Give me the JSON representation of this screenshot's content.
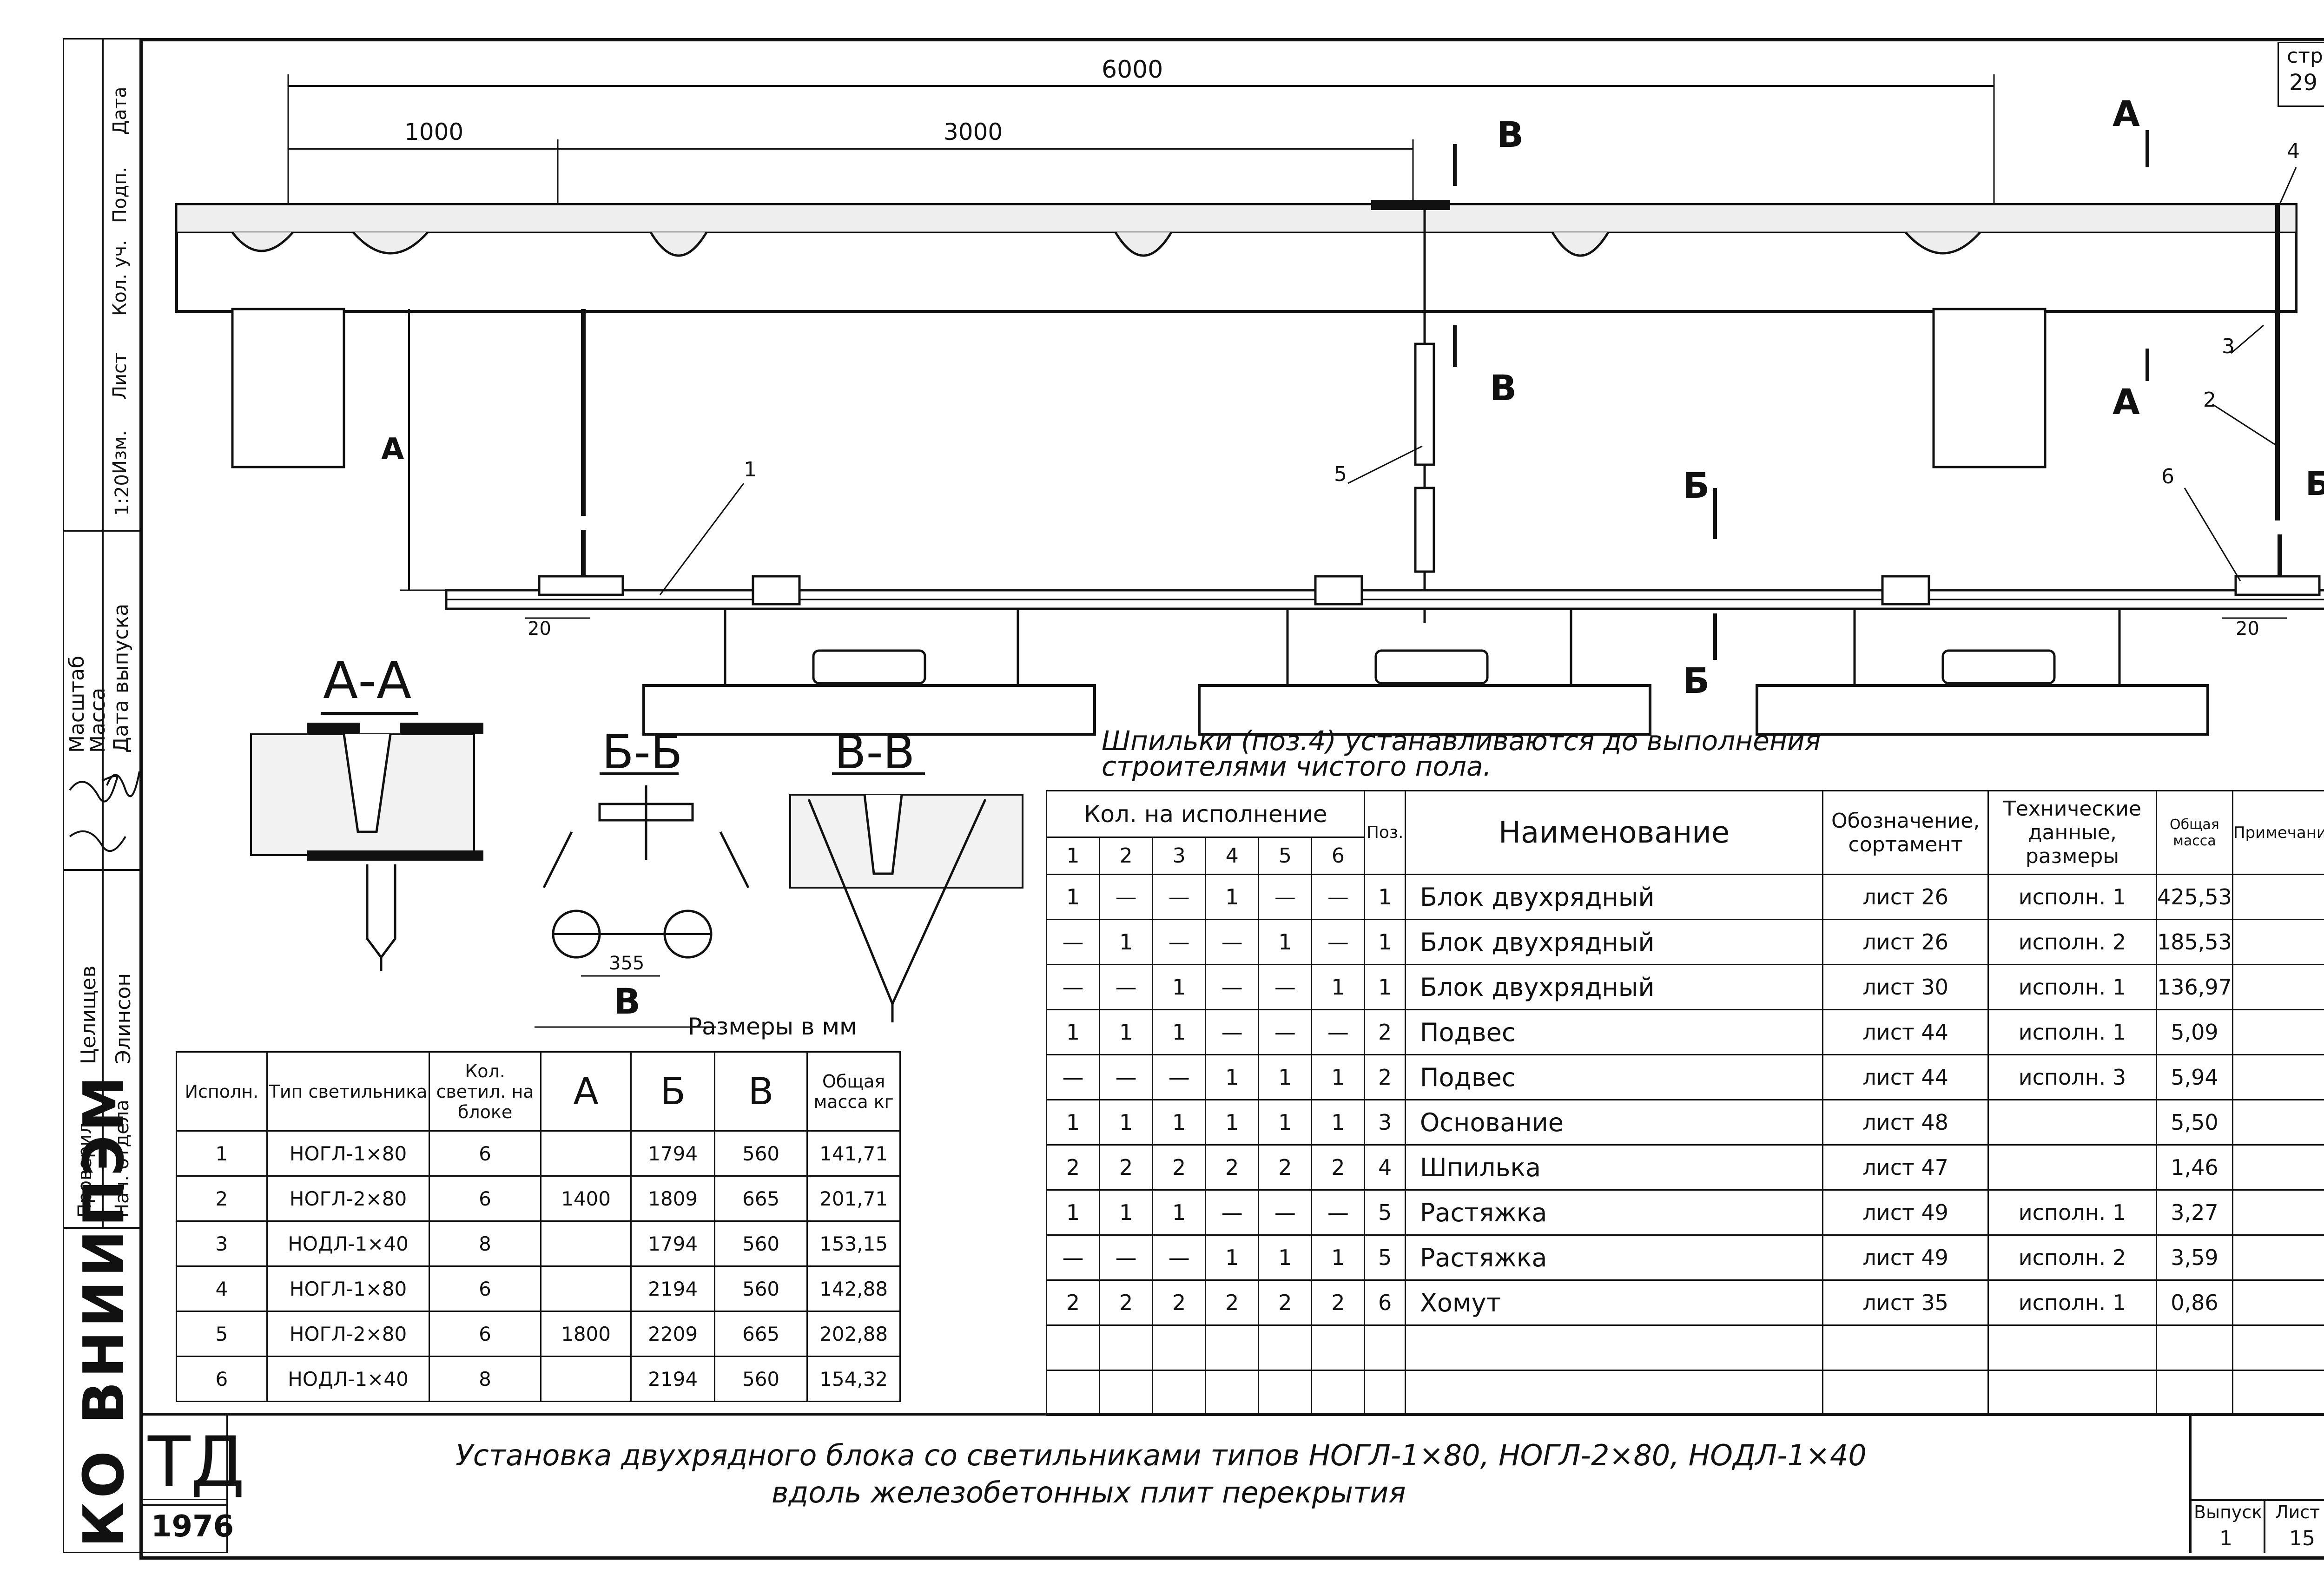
{
  "page": {
    "number_label": "стр.",
    "number": "29"
  },
  "plan": {
    "dim_total": "6000",
    "dim_left": "1000",
    "dim_mid": "3000",
    "dim_height": "А",
    "dim_right": "Б",
    "dim_20_left": "20",
    "dim_20_right": "20",
    "section_a_top": "А",
    "section_a_bottom": "А",
    "section_b_top": "Б",
    "section_b_bottom": "Б",
    "section_v_top": "В",
    "section_v_bottom": "В",
    "pos": [
      "1",
      "2",
      "3",
      "4",
      "5",
      "6"
    ]
  },
  "sections": {
    "aa": "А-А",
    "bb": "Б-Б",
    "vv": "В-В",
    "bb_dim": "355",
    "bb_label": "В",
    "units": "Размеры в мм"
  },
  "note": {
    "line1": "Шпильки (поз.4) устанавливаются до выполнения",
    "line2": "строителями чистого пола."
  },
  "types_table": {
    "headers": [
      "Исполн.",
      "Тип светильника",
      "Кол. светил. на блоке",
      "А",
      "Б",
      "В",
      "Общая масса кг"
    ],
    "rows": [
      [
        "1",
        "НОГЛ-1×80",
        "6",
        "",
        "1794",
        "560",
        "141,71"
      ],
      [
        "2",
        "НОГЛ-2×80",
        "6",
        "1400",
        "1809",
        "665",
        "201,71"
      ],
      [
        "3",
        "НОДЛ-1×40",
        "8",
        "",
        "1794",
        "560",
        "153,15"
      ],
      [
        "4",
        "НОГЛ-1×80",
        "6",
        "",
        "2194",
        "560",
        "142,88"
      ],
      [
        "5",
        "НОГЛ-2×80",
        "6",
        "1800",
        "2209",
        "665",
        "202,88"
      ],
      [
        "6",
        "НОДЛ-1×40",
        "8",
        "",
        "2194",
        "560",
        "154,32"
      ]
    ]
  },
  "spec_table": {
    "group_header": "Кол. на исполнение",
    "exec_cols": [
      "1",
      "2",
      "3",
      "4",
      "5",
      "6"
    ],
    "pos_header": "Поз.",
    "name_header": "Наименование",
    "desig_header_1": "Обозначение,",
    "desig_header_2": "сортамент",
    "tech_header_1": "Технические",
    "tech_header_2": "данные,",
    "tech_header_3": "размеры",
    "mass_header": "Общая масса",
    "note_header": "Примечание",
    "rows": [
      {
        "q": [
          "1",
          "—",
          "—",
          "1",
          "—",
          "—"
        ],
        "pos": "1",
        "name": "Блок двухрядный",
        "desig": "лист 26",
        "tech": "исполн. 1",
        "mass": "425,53"
      },
      {
        "q": [
          "—",
          "1",
          "—",
          "—",
          "1",
          "—"
        ],
        "pos": "1",
        "name": "Блок двухрядный",
        "desig": "лист 26",
        "tech": "исполн. 2",
        "mass": "185,53"
      },
      {
        "q": [
          "—",
          "—",
          "1",
          "—",
          "—",
          "1"
        ],
        "pos": "1",
        "name": "Блок двухрядный",
        "desig": "лист 30",
        "tech": "исполн. 1",
        "mass": "136,97"
      },
      {
        "q": [
          "1",
          "1",
          "1",
          "—",
          "—",
          "—"
        ],
        "pos": "2",
        "name": "Подвес",
        "desig": "лист 44",
        "tech": "исполн. 1",
        "mass": "5,09"
      },
      {
        "q": [
          "—",
          "—",
          "—",
          "1",
          "1",
          "1"
        ],
        "pos": "2",
        "name": "Подвес",
        "desig": "лист 44",
        "tech": "исполн. 3",
        "mass": "5,94"
      },
      {
        "q": [
          "1",
          "1",
          "1",
          "1",
          "1",
          "1"
        ],
        "pos": "3",
        "name": "Основание",
        "desig": "лист 48",
        "tech": "",
        "mass": "5,50"
      },
      {
        "q": [
          "2",
          "2",
          "2",
          "2",
          "2",
          "2"
        ],
        "pos": "4",
        "name": "Шпилька",
        "desig": "лист 47",
        "tech": "",
        "mass": "1,46"
      },
      {
        "q": [
          "1",
          "1",
          "1",
          "—",
          "—",
          "—"
        ],
        "pos": "5",
        "name": "Растяжка",
        "desig": "лист 49",
        "tech": "исполн. 1",
        "mass": "3,27"
      },
      {
        "q": [
          "—",
          "—",
          "—",
          "1",
          "1",
          "1"
        ],
        "pos": "5",
        "name": "Растяжка",
        "desig": "лист 49",
        "tech": "исполн. 2",
        "mass": "3,59"
      },
      {
        "q": [
          "2",
          "2",
          "2",
          "2",
          "2",
          "2"
        ],
        "pos": "6",
        "name": "Хомут",
        "desig": "лист 35",
        "tech": "исполн. 1",
        "mass": "0,86"
      }
    ],
    "empty_rows": 2
  },
  "title_block": {
    "logo": "ТД",
    "year": "1976",
    "title_line1": "Установка двухрядного блока со светильниками типов НОГЛ-1×80, НОГЛ-2×80, НОДЛ-1×40",
    "title_line2": "вдоль железобетонных плит перекрытия",
    "issue_label": "Выпуск",
    "issue": "1",
    "sheet_label": "Лист",
    "sheet": "15"
  },
  "side_strip": {
    "org": "КО ВНИИПЭМ",
    "top_labels": [
      "Дата",
      "Подп.",
      "Кол. уч.",
      "Лист",
      "Изм."
    ],
    "scale_label": "Масштаб",
    "scale_value": "1:20",
    "mass_label": "Масса",
    "date_label": "Дата выпуска",
    "checked_label": "Проверил",
    "checked_name": "Целищев",
    "head_label": "Нач. отдела",
    "head_name": "Элинсон"
  }
}
